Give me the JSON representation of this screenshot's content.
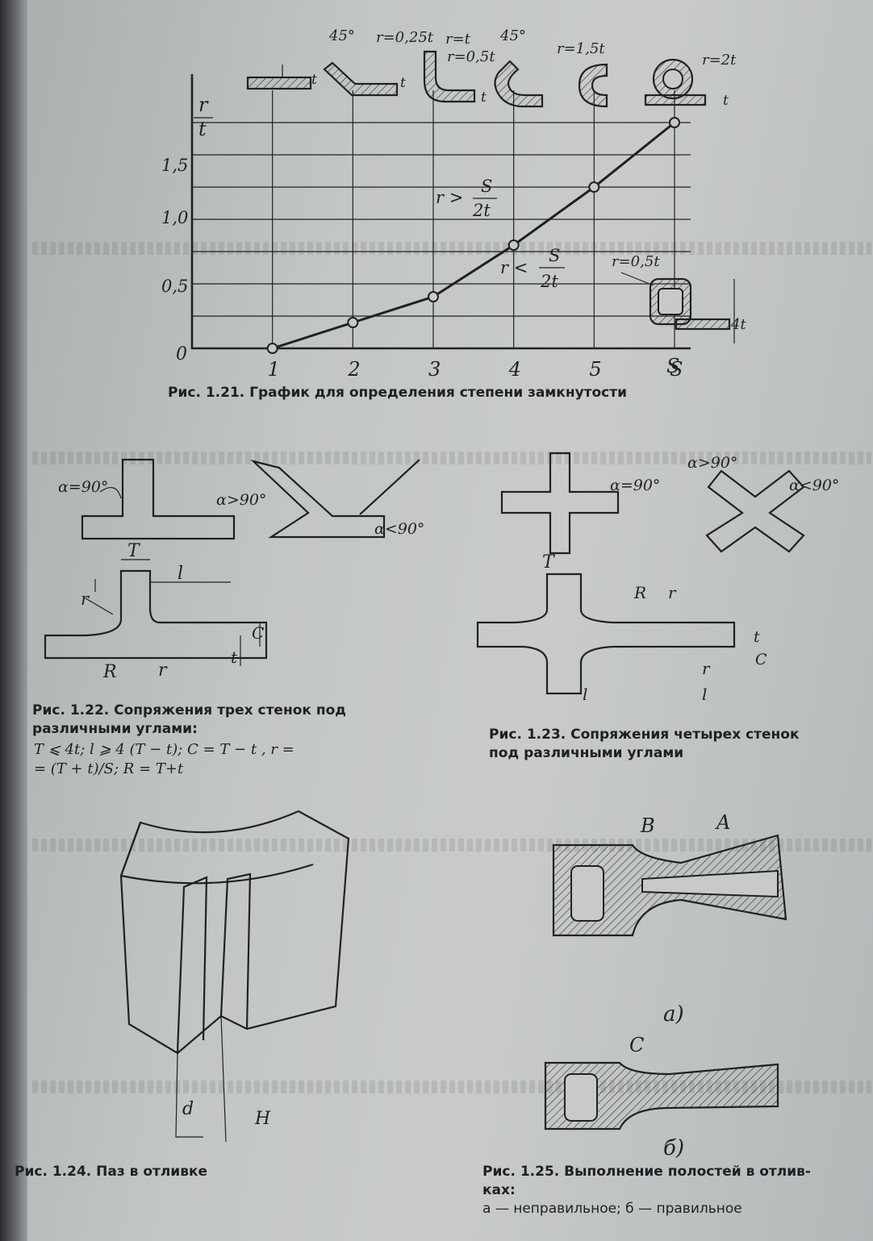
{
  "fig121": {
    "caption": "Рис. 1.21. График для определения степени замкнутости",
    "y_axis_label_top": "r",
    "y_axis_label_bottom": "t",
    "x_axis_end_label": "S",
    "y_ticks": [
      "0",
      "0,5",
      "1,0",
      "1,5"
    ],
    "x_ticks": [
      "1",
      "2",
      "3",
      "4",
      "5",
      "S"
    ],
    "region_upper": {
      "left": "r >",
      "num": "S",
      "den": "2t"
    },
    "region_lower": {
      "left": "r <",
      "num": "S",
      "den": "2t"
    },
    "profile_labels": [
      "45°",
      "r=0,25t",
      "r=t",
      "r=0,5t",
      "45°",
      "r=1,5t",
      "r=2t",
      "r=0,5t",
      "4t",
      "t",
      "t",
      "t",
      "t"
    ]
  },
  "chart_data": {
    "type": "line",
    "x": [
      1,
      2,
      3,
      4,
      5,
      6
    ],
    "values": [
      0,
      0.2,
      0.4,
      0.8,
      1.25,
      1.75
    ],
    "xlim": [
      0,
      6
    ],
    "ylim": [
      0,
      1.75
    ],
    "grid": true
  },
  "fig122": {
    "caption_line1": "Рис.   1.22.   Сопряжения   трех   стенок   под",
    "caption_line2": "различными углами:",
    "formula_line1": "T ⩽ 4t;     l ⩾ 4  (T − t);          C = T − t ,      r =",
    "formula_line2": "= (T + t)/S;  R = T+t",
    "labels": [
      "α=90°",
      "α>90°",
      "α<90°",
      "T",
      "l",
      "r",
      "C",
      "t",
      "R",
      "r"
    ]
  },
  "fig123": {
    "caption_line1": "Рис.  1.23.  Сопряжения  четырех  стенок",
    "caption_line2": "под различными углами",
    "labels": [
      "α=90°",
      "α>90°",
      "α<90°",
      "T",
      "R",
      "r",
      "t",
      "C",
      "r",
      "l",
      "l"
    ]
  },
  "fig124": {
    "caption": "Рис. 1.24. Паз в отливке",
    "labels": [
      "d",
      "H"
    ]
  },
  "fig125": {
    "caption_line1": "Рис. 1.25. Выполнение полостей в отлив-",
    "caption_line2": "ках:",
    "caption_line3": "а — неправильное; б — правильное",
    "labels": [
      "B",
      "A",
      "а)",
      "C",
      "б)"
    ]
  }
}
